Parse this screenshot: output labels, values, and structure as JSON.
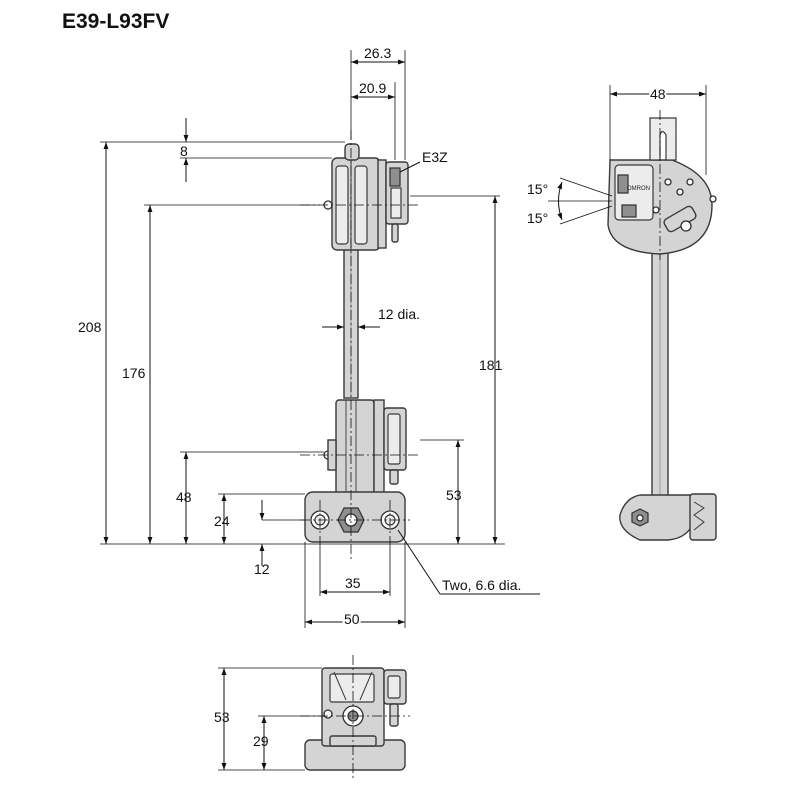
{
  "title": "E39-L93FV",
  "front_view": {
    "dim_top_outer": "26.3",
    "dim_top_inner": "20.9",
    "label_sensor": "E3Z",
    "dim_cap": "8",
    "dim_overall_height": "208",
    "dim_bracket_height": "176",
    "dim_rod": "12 dia.",
    "dim_right_height": "181",
    "dim_clamp_height": "48",
    "dim_base_height": "24",
    "dim_right_clamp": "53",
    "dim_base_thickness": "12",
    "dim_hole_pitch": "35",
    "label_holes": "Two, 6.6 dia.",
    "dim_base_width": "50"
  },
  "side_view": {
    "dim_width": "48",
    "angle_upper": "15°",
    "angle_lower": "15°",
    "brand_mark": "OMRON"
  },
  "bottom_view": {
    "dim_height": "53",
    "dim_center": "29"
  },
  "colors": {
    "part_fill": "#d4d4d4",
    "part_dark": "#8f8f8f",
    "outline": "#3a3a3a",
    "line": "#111111"
  }
}
